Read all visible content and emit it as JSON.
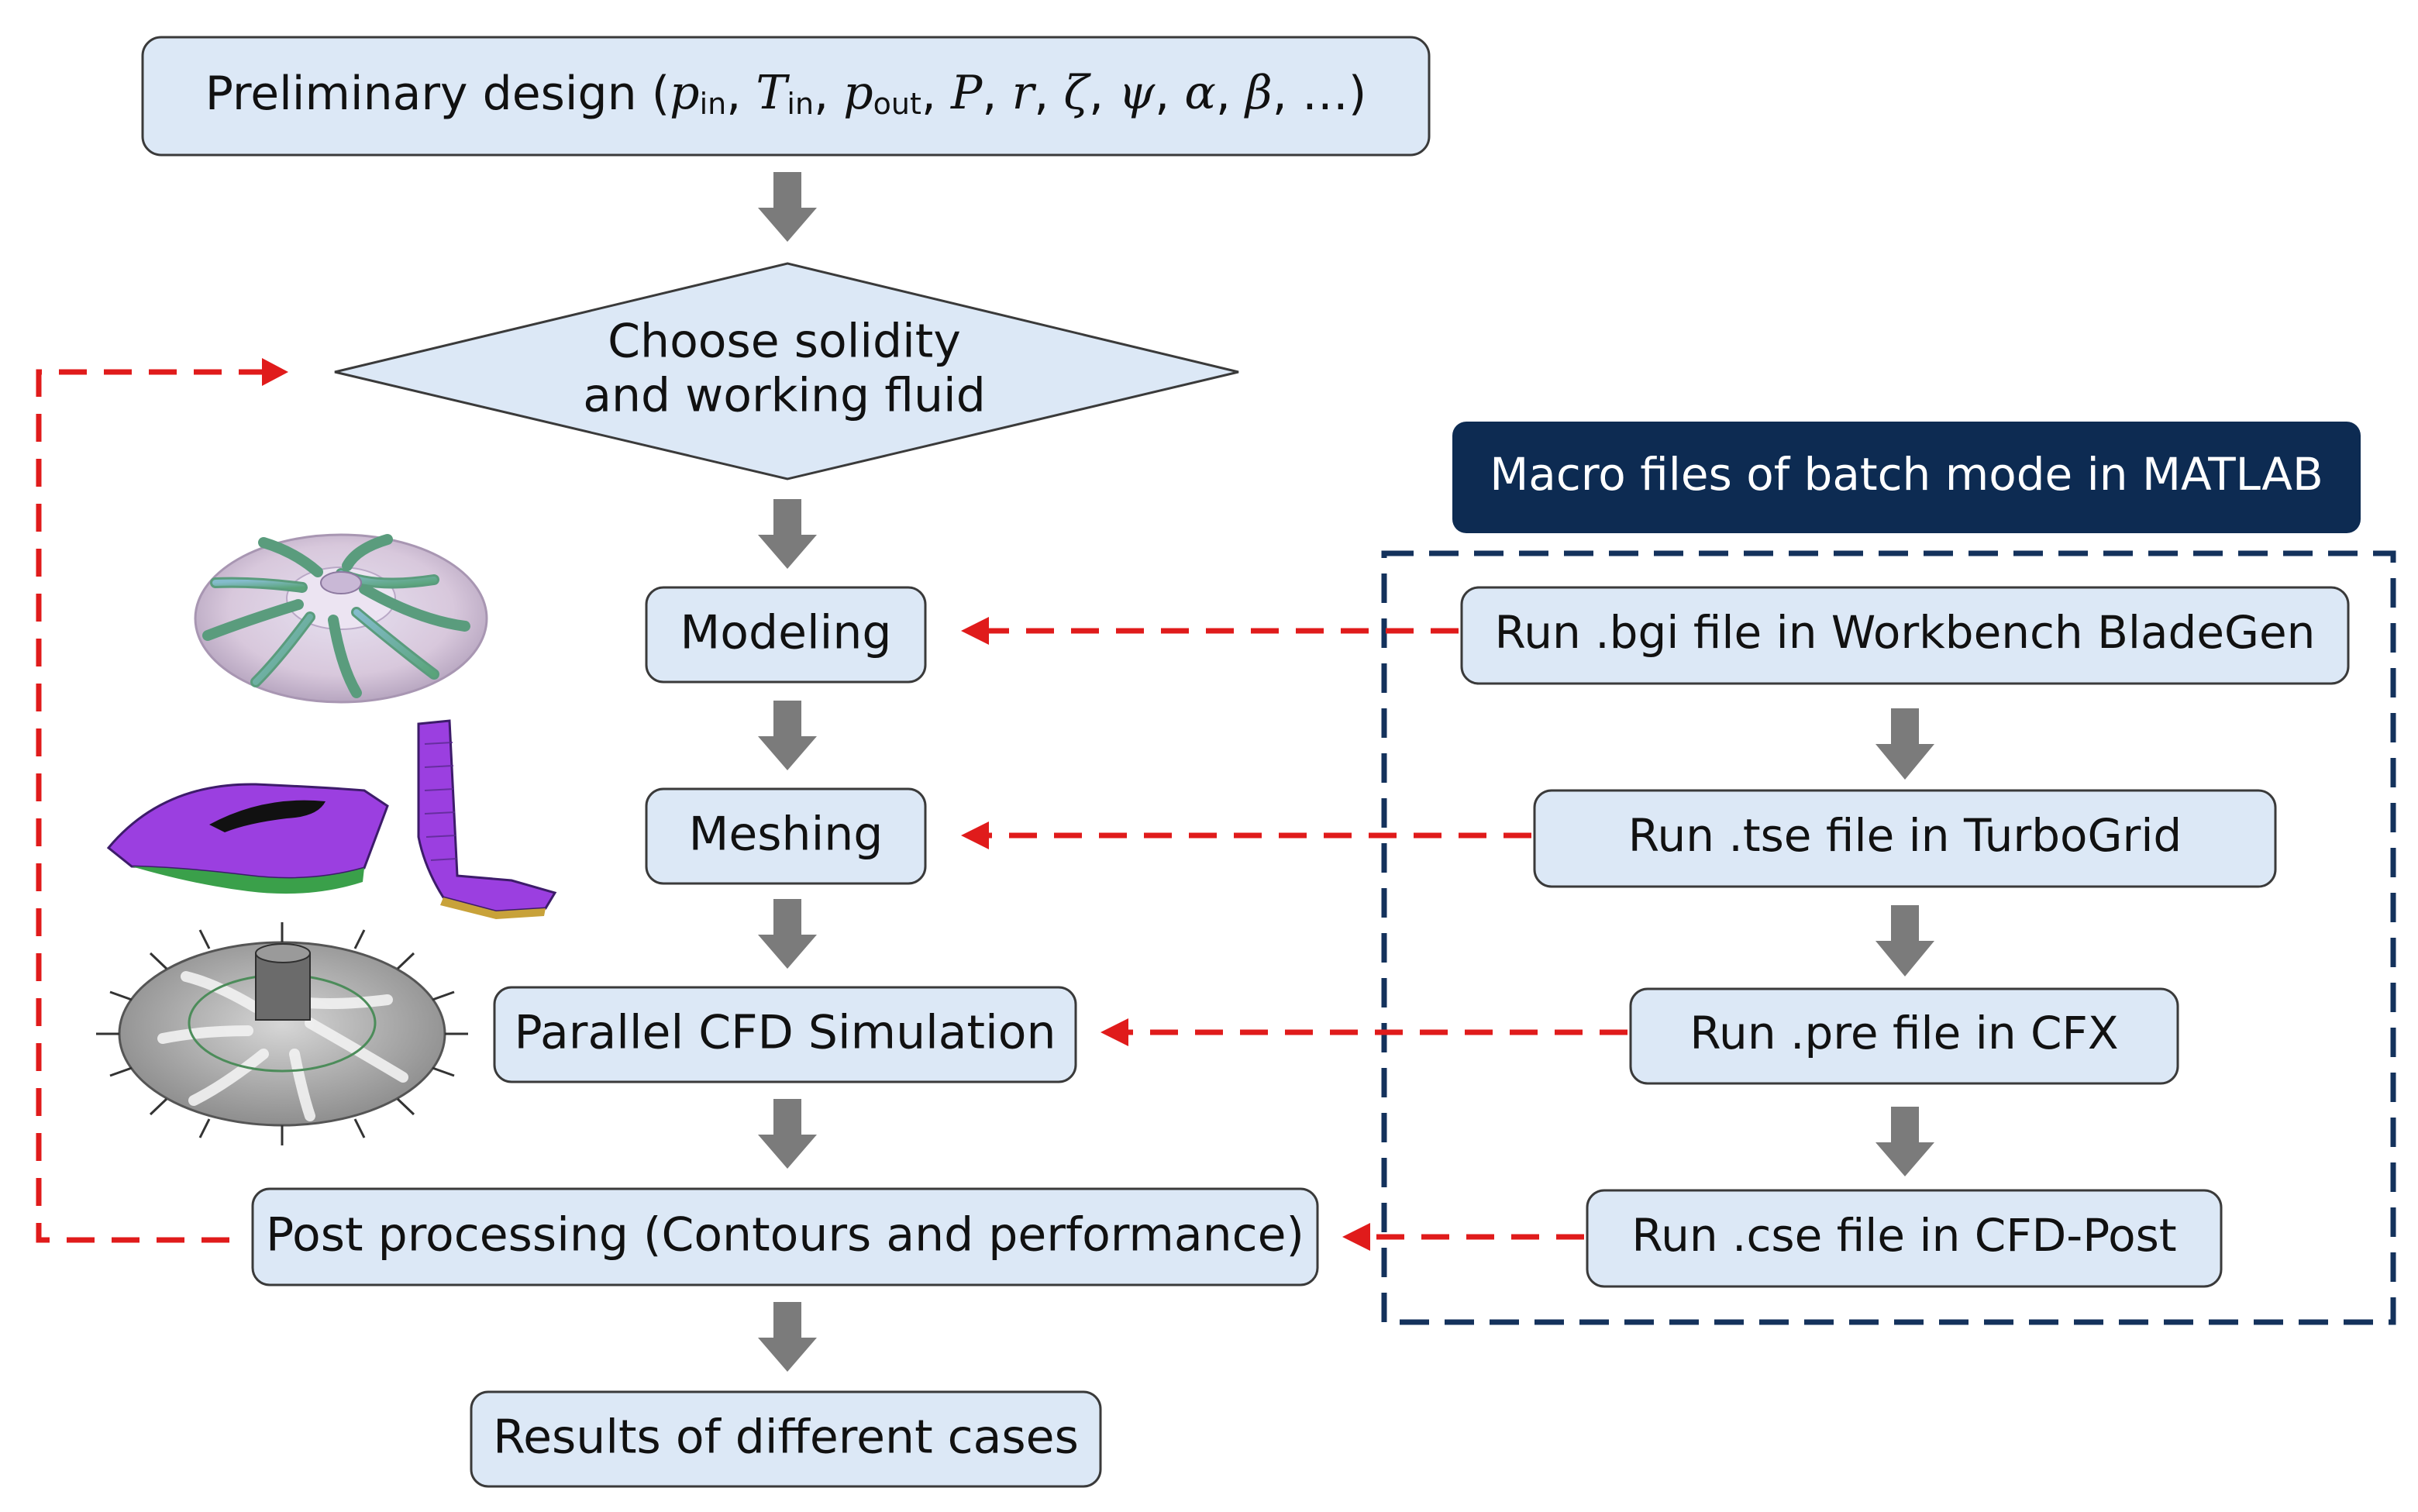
{
  "colors": {
    "box_fill": "#dce8f6",
    "box_stroke": "#3a3a3a",
    "flow_arrow": "#7b7b7b",
    "feedback_arrow": "#e01b1b",
    "macro_border": "#14325c",
    "macro_header_bg": "#0d2b52",
    "macro_header_text": "#ffffff"
  },
  "preliminary": {
    "label": "Preliminary design (",
    "parameters": [
      "p",
      "in",
      "T",
      "in",
      "p",
      "out",
      "P",
      "r",
      "ζ",
      "ψ",
      "α",
      "β"
    ],
    "trailing": "…)"
  },
  "decision": {
    "line1": "Choose solidity",
    "line2": "and working fluid"
  },
  "main_steps": {
    "modeling": "Modeling",
    "meshing": "Meshing",
    "cfd": "Parallel CFD Simulation",
    "post": "Post processing (Contours and performance)",
    "results": "Results of different cases"
  },
  "macro": {
    "header": "Macro files of batch mode in MATLAB",
    "steps": {
      "bgi": "Run .bgi file in Workbench BladeGen",
      "tse": "Run .tse file in TurboGrid",
      "pre": "Run .pre file in CFX",
      "cse": "Run .cse file in CFD-Post"
    }
  },
  "illustrations": [
    "impeller-model-icon",
    "blade-mesh-icon",
    "impeller-cfd-mesh-icon"
  ]
}
